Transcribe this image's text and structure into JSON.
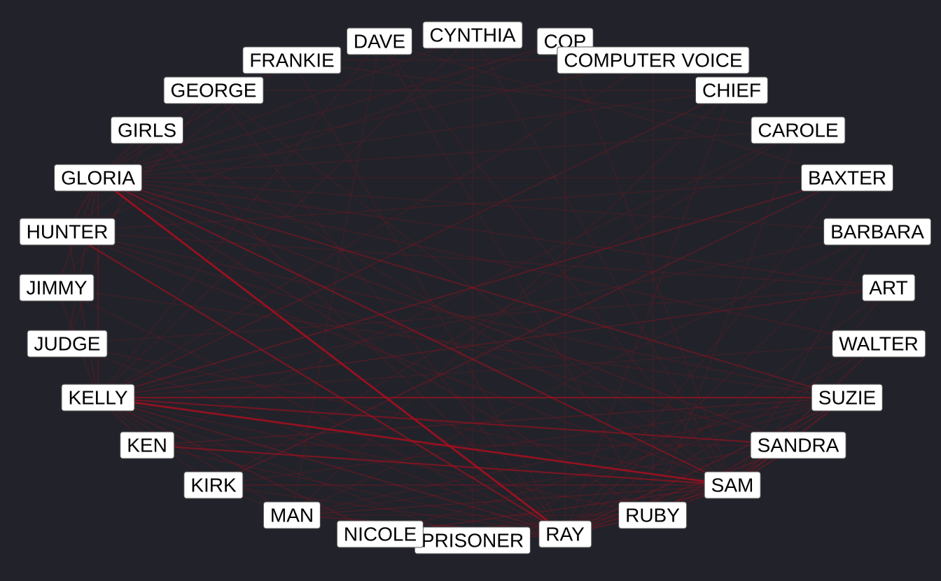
{
  "colors": {
    "background": "#22232a",
    "edge": "#b00d1e",
    "label_bg": "#ffffff",
    "label_text": "#000000"
  },
  "nodes": [
    {
      "id": "cynthia",
      "label": "CYNTHIA"
    },
    {
      "id": "cop",
      "label": "COP"
    },
    {
      "id": "computer_voice",
      "label": "COMPUTER VOICE"
    },
    {
      "id": "chief",
      "label": "CHIEF"
    },
    {
      "id": "carole",
      "label": "CAROLE"
    },
    {
      "id": "baxter",
      "label": "BAXTER"
    },
    {
      "id": "barbara",
      "label": "BARBARA"
    },
    {
      "id": "art",
      "label": "ART"
    },
    {
      "id": "walter",
      "label": "WALTER"
    },
    {
      "id": "suzie",
      "label": "SUZIE"
    },
    {
      "id": "sandra",
      "label": "SANDRA"
    },
    {
      "id": "sam",
      "label": "SAM"
    },
    {
      "id": "ruby",
      "label": "RUBY"
    },
    {
      "id": "ray",
      "label": "RAY"
    },
    {
      "id": "prisoner",
      "label": "PRISONER"
    },
    {
      "id": "nicole",
      "label": "NICOLE"
    },
    {
      "id": "man",
      "label": "MAN"
    },
    {
      "id": "kirk",
      "label": "KIRK"
    },
    {
      "id": "ken",
      "label": "KEN"
    },
    {
      "id": "kelly",
      "label": "KELLY"
    },
    {
      "id": "judge",
      "label": "JUDGE"
    },
    {
      "id": "jimmy",
      "label": "JIMMY"
    },
    {
      "id": "hunter",
      "label": "HUNTER"
    },
    {
      "id": "gloria",
      "label": "GLORIA"
    },
    {
      "id": "girls",
      "label": "GIRLS"
    },
    {
      "id": "george",
      "label": "GEORGE"
    },
    {
      "id": "frankie",
      "label": "FRANKIE"
    },
    {
      "id": "dave",
      "label": "DAVE"
    }
  ],
  "edges": [
    {
      "source": "gloria",
      "target": "ray",
      "weight": 0.9
    },
    {
      "source": "kelly",
      "target": "sam",
      "weight": 0.85
    },
    {
      "source": "kelly",
      "target": "suzie",
      "weight": 0.6
    },
    {
      "source": "kelly",
      "target": "sandra",
      "weight": 0.55
    },
    {
      "source": "ken",
      "target": "sam",
      "weight": 0.6
    },
    {
      "source": "hunter",
      "target": "ray",
      "weight": 0.6
    },
    {
      "source": "gloria",
      "target": "sam",
      "weight": 0.55
    },
    {
      "source": "gloria",
      "target": "suzie",
      "weight": 0.4
    },
    {
      "source": "baxter",
      "target": "kelly",
      "weight": 0.35
    },
    {
      "source": "baxter",
      "target": "kirk",
      "weight": 0.3
    },
    {
      "source": "sam",
      "target": "suzie",
      "weight": 0.4
    },
    {
      "source": "sam",
      "target": "sandra",
      "weight": 0.35
    },
    {
      "source": "sam",
      "target": "ray",
      "weight": 0.35
    },
    {
      "source": "ray",
      "target": "ruby",
      "weight": 0.35
    },
    {
      "source": "ray",
      "target": "prisoner",
      "weight": 0.3
    },
    {
      "source": "ray",
      "target": "nicole",
      "weight": 0.3
    },
    {
      "source": "ray",
      "target": "suzie",
      "weight": 0.3
    },
    {
      "source": "ray",
      "target": "sandra",
      "weight": 0.3
    },
    {
      "source": "ray",
      "target": "man",
      "weight": 0.25
    },
    {
      "source": "ray",
      "target": "kelly",
      "weight": 0.3
    },
    {
      "source": "sam",
      "target": "ruby",
      "weight": 0.3
    },
    {
      "source": "sam",
      "target": "nicole",
      "weight": 0.25
    },
    {
      "source": "sam",
      "target": "man",
      "weight": 0.2
    },
    {
      "source": "sam",
      "target": "kirk",
      "weight": 0.25
    },
    {
      "source": "sam",
      "target": "walter",
      "weight": 0.25
    },
    {
      "source": "suzie",
      "target": "ruby",
      "weight": 0.25
    },
    {
      "source": "gloria",
      "target": "kelly",
      "weight": 0.25
    },
    {
      "source": "gloria",
      "target": "hunter",
      "weight": 0.25
    },
    {
      "source": "gloria",
      "target": "jimmy",
      "weight": 0.2
    },
    {
      "source": "gloria",
      "target": "judge",
      "weight": 0.2
    },
    {
      "source": "gloria",
      "target": "girls",
      "weight": 0.15
    },
    {
      "source": "gloria",
      "target": "george",
      "weight": 0.15
    },
    {
      "source": "gloria",
      "target": "frankie",
      "weight": 0.15
    },
    {
      "source": "gloria",
      "target": "baxter",
      "weight": 0.15
    },
    {
      "source": "gloria",
      "target": "sandra",
      "weight": 0.2
    },
    {
      "source": "gloria",
      "target": "art",
      "weight": 0.15
    },
    {
      "source": "gloria",
      "target": "walter",
      "weight": 0.15
    },
    {
      "source": "gloria",
      "target": "cop",
      "weight": 0.15
    },
    {
      "source": "gloria",
      "target": "ruby",
      "weight": 0.15
    },
    {
      "source": "kelly",
      "target": "ken",
      "weight": 0.2
    },
    {
      "source": "kelly",
      "target": "hunter",
      "weight": 0.2
    },
    {
      "source": "kelly",
      "target": "jimmy",
      "weight": 0.15
    },
    {
      "source": "kelly",
      "target": "ruby",
      "weight": 0.15
    },
    {
      "source": "kelly",
      "target": "art",
      "weight": 0.15
    },
    {
      "source": "kelly",
      "target": "nicole",
      "weight": 0.15
    },
    {
      "source": "kelly",
      "target": "man",
      "weight": 0.15
    },
    {
      "source": "kelly",
      "target": "chief",
      "weight": 0.12
    },
    {
      "source": "kelly",
      "target": "computer_voice",
      "weight": 0.12
    },
    {
      "source": "ken",
      "target": "suzie",
      "weight": 0.2
    },
    {
      "source": "ken",
      "target": "sandra",
      "weight": 0.15
    },
    {
      "source": "ken",
      "target": "ray",
      "weight": 0.15
    },
    {
      "source": "hunter",
      "target": "suzie",
      "weight": 0.15
    },
    {
      "source": "hunter",
      "target": "sam",
      "weight": 0.15
    },
    {
      "source": "hunter",
      "target": "sandra",
      "weight": 0.12
    },
    {
      "source": "hunter",
      "target": "art",
      "weight": 0.12
    },
    {
      "source": "judge",
      "target": "sam",
      "weight": 0.12
    },
    {
      "source": "judge",
      "target": "ray",
      "weight": 0.12
    },
    {
      "source": "jimmy",
      "target": "ray",
      "weight": 0.12
    },
    {
      "source": "jimmy",
      "target": "suzie",
      "weight": 0.12
    },
    {
      "source": "girls",
      "target": "ray",
      "weight": 0.12
    },
    {
      "source": "girls",
      "target": "sam",
      "weight": 0.1
    },
    {
      "source": "george",
      "target": "ray",
      "weight": 0.12
    },
    {
      "source": "george",
      "target": "sam",
      "weight": 0.1
    },
    {
      "source": "george",
      "target": "chief",
      "weight": 0.1
    },
    {
      "source": "frankie",
      "target": "ray",
      "weight": 0.12
    },
    {
      "source": "frankie",
      "target": "computer_voice",
      "weight": 0.1
    },
    {
      "source": "frankie",
      "target": "carole",
      "weight": 0.1
    },
    {
      "source": "dave",
      "target": "sam",
      "weight": 0.1
    },
    {
      "source": "dave",
      "target": "man",
      "weight": 0.1
    },
    {
      "source": "dave",
      "target": "kelly",
      "weight": 0.1
    },
    {
      "source": "dave",
      "target": "baxter",
      "weight": 0.1
    },
    {
      "source": "cynthia",
      "target": "prisoner",
      "weight": 0.1
    },
    {
      "source": "cynthia",
      "target": "gloria",
      "weight": 0.1
    },
    {
      "source": "cynthia",
      "target": "kelly",
      "weight": 0.1
    },
    {
      "source": "cop",
      "target": "sam",
      "weight": 0.12
    },
    {
      "source": "cop",
      "target": "ray",
      "weight": 0.1
    },
    {
      "source": "cop",
      "target": "hunter",
      "weight": 0.1
    },
    {
      "source": "computer_voice",
      "target": "ruby",
      "weight": 0.1
    },
    {
      "source": "computer_voice",
      "target": "gloria",
      "weight": 0.1
    },
    {
      "source": "chief",
      "target": "ray",
      "weight": 0.12
    },
    {
      "source": "chief",
      "target": "man",
      "weight": 0.1
    },
    {
      "source": "chief",
      "target": "gloria",
      "weight": 0.1
    },
    {
      "source": "carole",
      "target": "gloria",
      "weight": 0.1
    },
    {
      "source": "carole",
      "target": "ken",
      "weight": 0.1
    },
    {
      "source": "carole",
      "target": "ruby",
      "weight": 0.1
    },
    {
      "source": "baxter",
      "target": "hunter",
      "weight": 0.12
    },
    {
      "source": "baxter",
      "target": "ray",
      "weight": 0.12
    },
    {
      "source": "barbara",
      "target": "ray",
      "weight": 0.12
    },
    {
      "source": "barbara",
      "target": "kelly",
      "weight": 0.1
    },
    {
      "source": "barbara",
      "target": "man",
      "weight": 0.1
    },
    {
      "source": "barbara",
      "target": "sam",
      "weight": 0.1
    },
    {
      "source": "art",
      "target": "ray",
      "weight": 0.12
    },
    {
      "source": "art",
      "target": "sam",
      "weight": 0.12
    },
    {
      "source": "art",
      "target": "judge",
      "weight": 0.1
    },
    {
      "source": "walter",
      "target": "ray",
      "weight": 0.12
    },
    {
      "source": "walter",
      "target": "kelly",
      "weight": 0.1
    },
    {
      "source": "walter",
      "target": "prisoner",
      "weight": 0.1
    },
    {
      "source": "suzie",
      "target": "man",
      "weight": 0.12
    },
    {
      "source": "suzie",
      "target": "nicole",
      "weight": 0.12
    },
    {
      "source": "suzie",
      "target": "kirk",
      "weight": 0.12
    },
    {
      "source": "sandra",
      "target": "ruby",
      "weight": 0.12
    },
    {
      "source": "sandra",
      "target": "man",
      "weight": 0.1
    },
    {
      "source": "ruby",
      "target": "nicole",
      "weight": 0.12
    },
    {
      "source": "ruby",
      "target": "man",
      "weight": 0.1
    },
    {
      "source": "prisoner",
      "target": "sam",
      "weight": 0.12
    },
    {
      "source": "prisoner",
      "target": "kelly",
      "weight": 0.1
    },
    {
      "source": "nicole",
      "target": "kelly",
      "weight": 0.1
    },
    {
      "source": "man",
      "target": "kirk",
      "weight": 0.1
    },
    {
      "source": "kirk",
      "target": "kelly",
      "weight": 0.12
    },
    {
      "source": "kirk",
      "target": "ray",
      "weight": 0.12
    },
    {
      "source": "girls",
      "target": "judge",
      "weight": 0.1
    },
    {
      "source": "george",
      "target": "jimmy",
      "weight": 0.1
    },
    {
      "source": "frankie",
      "target": "hunter",
      "weight": 0.1
    },
    {
      "source": "dave",
      "target": "ruby",
      "weight": 0.1
    },
    {
      "source": "cynthia",
      "target": "sam",
      "weight": 0.1
    },
    {
      "source": "chief",
      "target": "kelly",
      "weight": 0.1
    },
    {
      "source": "carole",
      "target": "kirk",
      "weight": 0.1
    },
    {
      "source": "barbara",
      "target": "gloria",
      "weight": 0.1
    },
    {
      "source": "art",
      "target": "kelly",
      "weight": 0.1
    }
  ]
}
